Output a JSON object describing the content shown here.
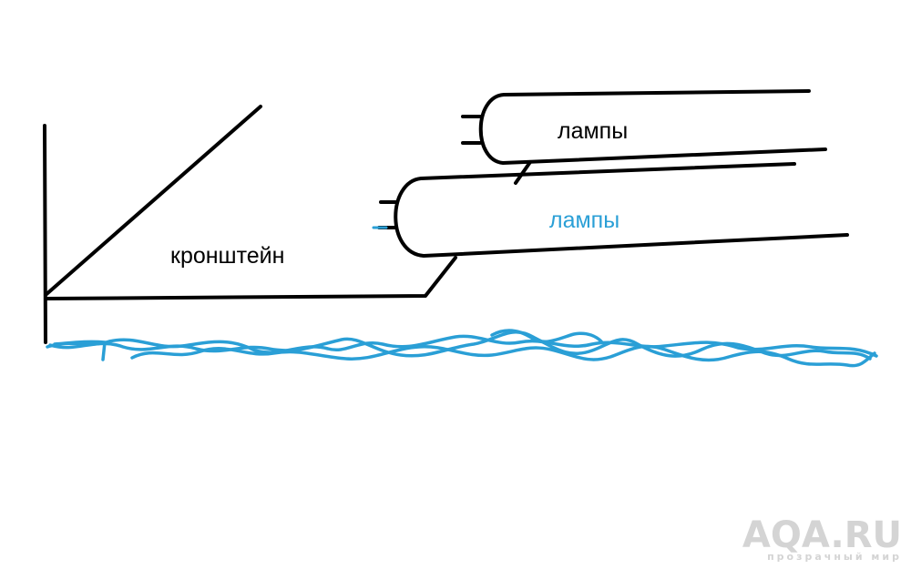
{
  "labels": {
    "bracket": "кронштейн",
    "lamp_upper": "лампы",
    "lamp_lower": "лампы"
  },
  "watermark": {
    "main": "AQA.RU",
    "sub": "прозрачный мир"
  },
  "colors": {
    "ink": "#000000",
    "water": "#2a9fd6",
    "lamp_lower_label": "#2a9fd6",
    "watermark": "#d4d4d4"
  }
}
